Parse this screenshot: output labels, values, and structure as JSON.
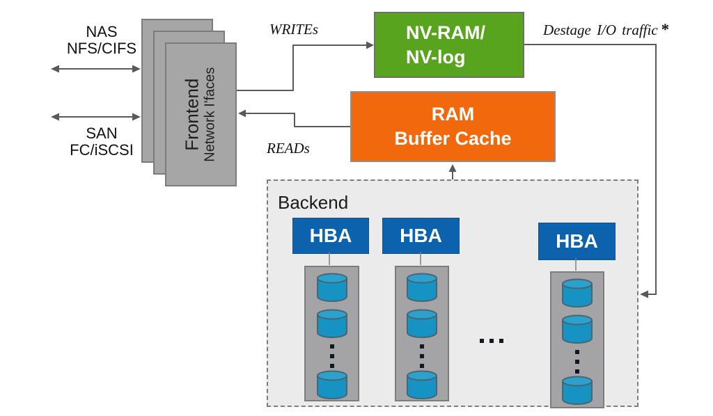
{
  "diagram": {
    "clients": {
      "nas": {
        "line1": "NAS",
        "line2": "NFS/CIFS"
      },
      "san": {
        "line1": "SAN",
        "line2": "FC/iSCSI"
      }
    },
    "frontend": {
      "line1": "Frontend",
      "line2": "Network I'faces"
    },
    "flows": {
      "writes": "WRITEs",
      "reads": "READs",
      "destage": "Destage I/O traffic",
      "destage_marker": "*"
    },
    "nvram": {
      "line1": "NV-RAM/",
      "line2": "NV-log"
    },
    "ram_cache": {
      "line1": "RAM",
      "line2": "Buffer Cache"
    },
    "backend": {
      "title": "Backend",
      "hba": [
        "HBA",
        "HBA",
        "HBA"
      ]
    },
    "icons": {
      "disk": "cylinder",
      "vertical_ellipsis": "⋮",
      "horizontal_ellipsis": "…"
    },
    "colors": {
      "nvram_green": "#59a41e",
      "ram_orange": "#f2680d",
      "hba_blue": "#0d62ad",
      "disk_blue": "#1793c3",
      "disk_top_blue": "#2ba2cd",
      "box_gray": "#a6a6a6",
      "backend_bg": "#ebebeb",
      "line_gray": "#595959"
    }
  }
}
